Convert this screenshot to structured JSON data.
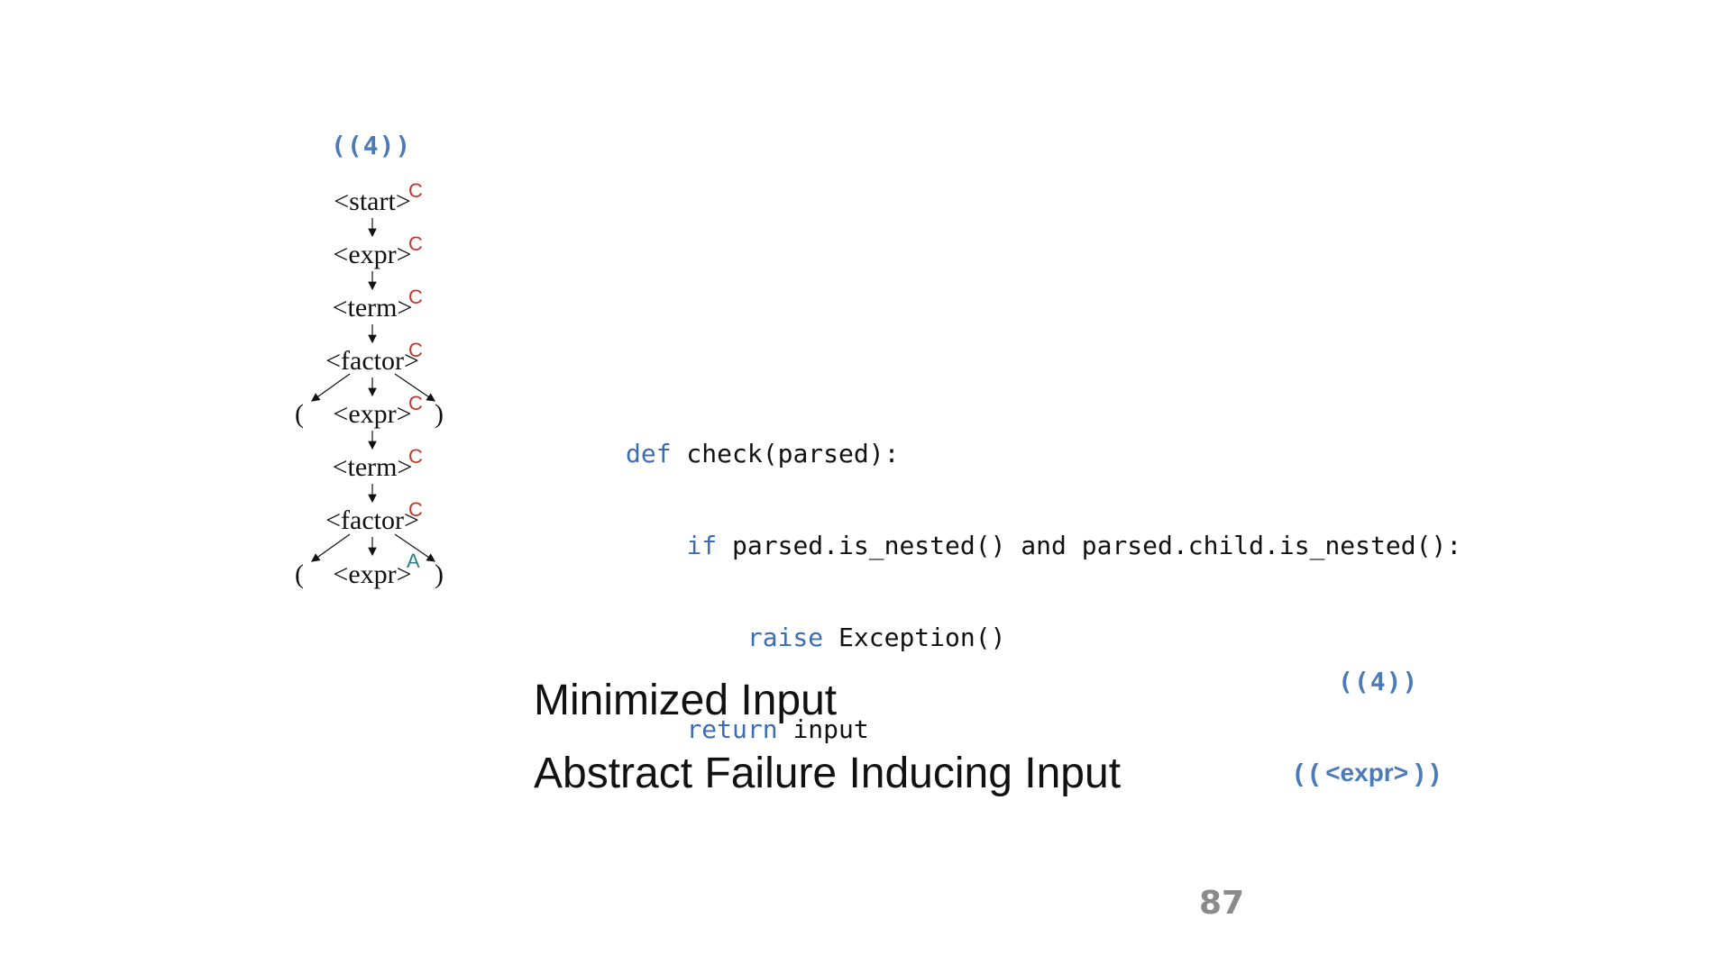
{
  "slide": {
    "input_sample": "((4))",
    "page_number": "87"
  },
  "tree": {
    "nodes": [
      {
        "label": "<start>",
        "tag": "C"
      },
      {
        "label": "<expr>",
        "tag": "C"
      },
      {
        "label": "<term>",
        "tag": "C"
      },
      {
        "label": "<factor>",
        "tag": "C"
      },
      {
        "label": "<expr>",
        "tag": "C"
      },
      {
        "label": "<term>",
        "tag": "C"
      },
      {
        "label": "<factor>",
        "tag": "C"
      },
      {
        "label": "<expr>",
        "tag": "A"
      }
    ],
    "open_paren": "(",
    "close_paren": ")"
  },
  "code": {
    "line1": {
      "kw": "def",
      "rest": " check(parsed):"
    },
    "line2": {
      "indent": "    ",
      "kw": "if",
      "rest": " parsed.is_nested() and parsed.child.is_nested():"
    },
    "line3": {
      "indent": "        ",
      "kw": "raise",
      "rest": " Exception()"
    },
    "line4": {
      "indent": "    ",
      "kw": "return",
      "rest": " input"
    }
  },
  "results": {
    "minimized_label": "Minimized Input",
    "minimized_value": "((4))",
    "abstract_label": "Abstract Failure Inducing Input",
    "abstract_value": "( ( <expr> ) )"
  },
  "colors": {
    "accent_blue": "#4a7bb8",
    "tag_c_red": "#c0392b",
    "tag_a_teal": "#2e7f8c",
    "page_number_gray": "#8a8a8a"
  }
}
